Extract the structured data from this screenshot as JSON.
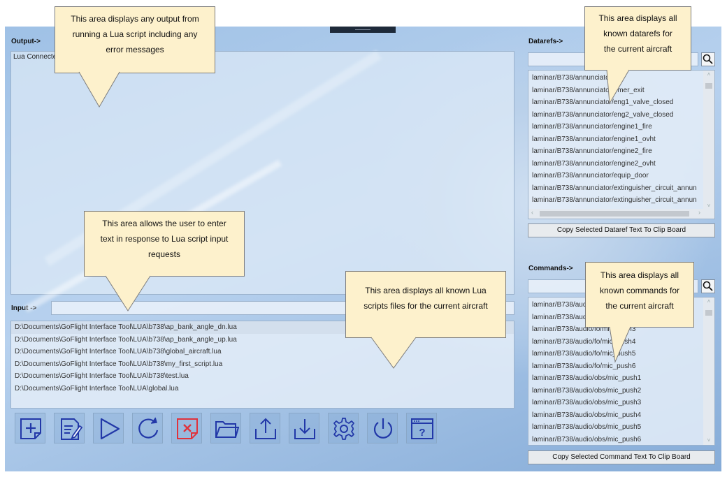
{
  "labels": {
    "output": "Output->",
    "input": "Input ->",
    "datarefs": "Datarefs->",
    "commands": "Commands->"
  },
  "output": {
    "text": "Lua Connecte"
  },
  "input": {
    "value": "",
    "placeholder": ""
  },
  "datarefs": {
    "search_value": "",
    "items": [
      "laminar/B738/annunciator/",
      "laminar/B738/annunciator/emer_exit",
      "laminar/B738/annunciator/eng1_valve_closed",
      "laminar/B738/annunciator/eng2_valve_closed",
      "laminar/B738/annunciator/engine1_fire",
      "laminar/B738/annunciator/engine1_ovht",
      "laminar/B738/annunciator/engine2_fire",
      "laminar/B738/annunciator/engine2_ovht",
      "laminar/B738/annunciator/equip_door",
      "laminar/B738/annunciator/extinguisher_circuit_annun",
      "laminar/B738/annunciator/extinguisher_circuit_annun"
    ],
    "copy_label": "Copy Selected Dataref Text To Clip Board"
  },
  "commands": {
    "search_value": "",
    "items": [
      "laminar/B738/audio/",
      "laminar/B738/audio/",
      "laminar/B738/audio/fo/mic_push3",
      "laminar/B738/audio/fo/mic_push4",
      "laminar/B738/audio/fo/mic_push5",
      "laminar/B738/audio/fo/mic_push6",
      "laminar/B738/audio/obs/mic_push1",
      "laminar/B738/audio/obs/mic_push2",
      "laminar/B738/audio/obs/mic_push3",
      "laminar/B738/audio/obs/mic_push4",
      "laminar/B738/audio/obs/mic_push5",
      "laminar/B738/audio/obs/mic_push6"
    ],
    "copy_label": "Copy Selected Command Text To Clip Board"
  },
  "scripts": [
    "D:\\Documents\\GoFlight Interface Tool\\LUA\\b738\\ap_bank_angle_dn.lua",
    "D:\\Documents\\GoFlight Interface Tool\\LUA\\b738\\ap_bank_angle_up.lua",
    "D:\\Documents\\GoFlight Interface Tool\\LUA\\b738\\global_aircraft.lua",
    "D:\\Documents\\GoFlight Interface Tool\\LUA\\b738\\my_first_script.lua",
    "D:\\Documents\\GoFlight Interface Tool\\LUA\\b738\\test.lua",
    "D:\\Documents\\GoFlight Interface Tool\\LUA\\global.lua"
  ],
  "toolbar": [
    {
      "icon": "new-script-icon"
    },
    {
      "icon": "edit-script-icon"
    },
    {
      "icon": "run-icon"
    },
    {
      "icon": "reload-icon"
    },
    {
      "icon": "delete-script-icon"
    },
    {
      "icon": "open-folder-icon"
    },
    {
      "icon": "export-icon"
    },
    {
      "icon": "import-icon"
    },
    {
      "icon": "settings-icon"
    },
    {
      "icon": "power-icon"
    },
    {
      "icon": "help-icon"
    }
  ],
  "colors": {
    "icon_blue": "#2238a8",
    "icon_red": "#e0323c",
    "callout_fill": "#fdf1cc"
  },
  "callouts": {
    "output": [
      "This area displays any output from",
      "running a Lua script including any",
      "error messages"
    ],
    "input": [
      "This area allows the user to enter",
      "text in response to Lua script input",
      "requests"
    ],
    "scripts": [
      "This area displays all known Lua",
      "scripts files for the current aircraft"
    ],
    "datarefs": [
      "This area displays all",
      "known datarefs for",
      "the current aircraft"
    ],
    "commands": [
      "This area displays all",
      "known commands for",
      "the current aircraft"
    ]
  }
}
